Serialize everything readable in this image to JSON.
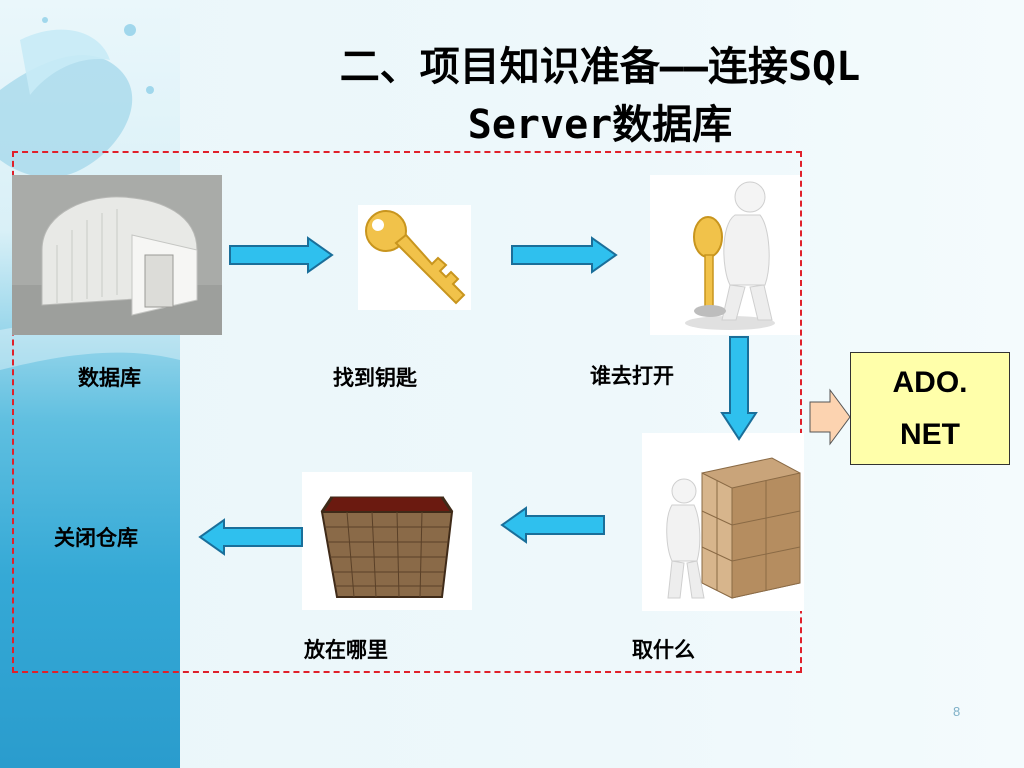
{
  "slide": {
    "title_line1": "二、项目知识准备——连接SQL",
    "title_line2": "Server数据库",
    "page_number": "8"
  },
  "steps": [
    {
      "label": "数据库",
      "icon": "warehouse-tent-image"
    },
    {
      "label": "找到钥匙",
      "icon": "key-image"
    },
    {
      "label": "谁去打开",
      "icon": "person-with-key-image"
    },
    {
      "label": "取什么",
      "icon": "person-with-boxes-image"
    },
    {
      "label": "放在哪里",
      "icon": "wicker-basket-image"
    },
    {
      "label": "关闭仓库",
      "icon": ""
    }
  ],
  "ado_box": {
    "line1": "ADO.",
    "line2": "NET"
  },
  "colors": {
    "arrow_fill": "#2fc0ee",
    "arrow_stroke": "#1a6f9a",
    "frame": "#e0202a",
    "ado_fill": "#ffffaa",
    "pointer_fill": "#fcd3b0"
  }
}
